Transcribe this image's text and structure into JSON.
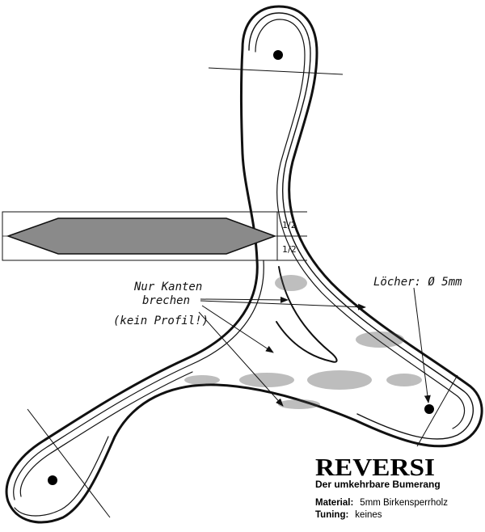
{
  "annotations": {
    "edge_note_line1": "Nur Kanten",
    "edge_note_line2": "brechen",
    "edge_note_line3": "(kein Profil!)",
    "holes": "Löcher: Ø 5mm",
    "dim_upper": "1/2",
    "dim_lower": "1/2"
  },
  "product": {
    "name": "REVERSI",
    "subtitle": "Der umkehrbare Bumerang"
  },
  "specs": {
    "material_label": "Material:",
    "material_value": "5mm Birkensperrholz",
    "tuning_label": "Tuning:",
    "tuning_value": "keines"
  },
  "colors": {
    "ink": "#111111",
    "profile_fill": "#8a8a8a",
    "paper": "#ffffff"
  }
}
